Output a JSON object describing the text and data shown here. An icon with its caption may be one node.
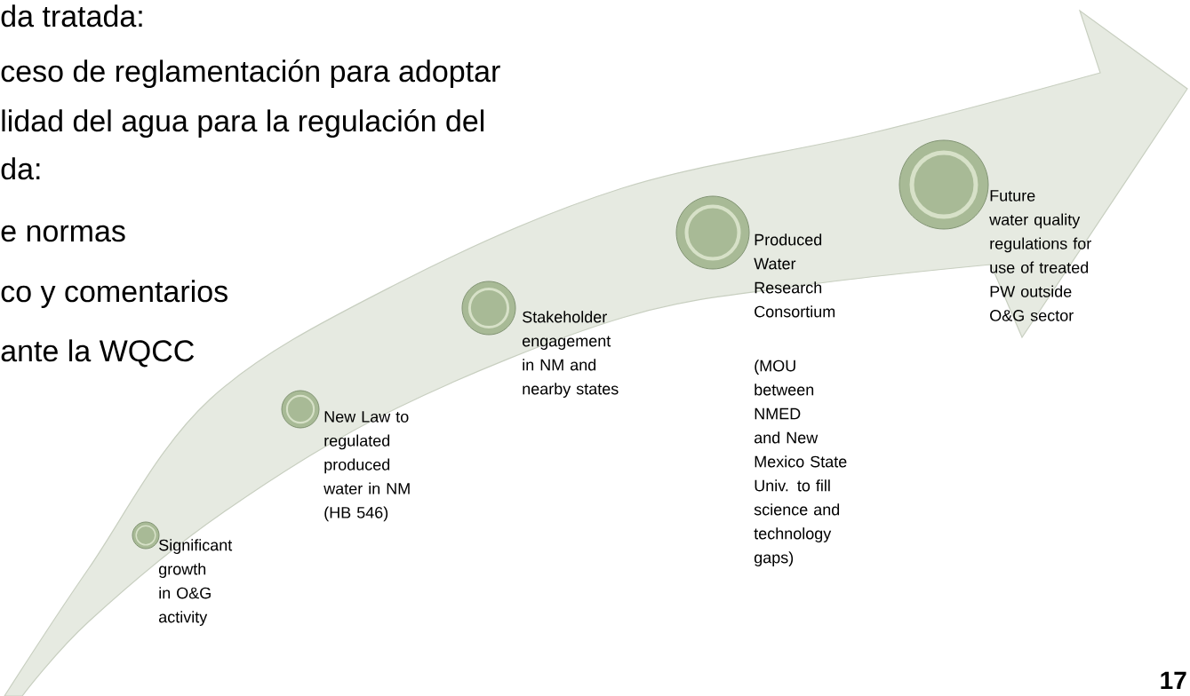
{
  "diagram": {
    "nodes": [
      {
        "text": [],
        "shape": "circle",
        "beside": [
          "Significant growth in O&G activity"
        ]
      },
      {
        "text": [],
        "shape": "circle",
        "beside": [
          "New Law to regulated produced water in NM (HB 546)"
        ]
      },
      {
        "text": [],
        "shape": "circle",
        "beside": [
          "Stakeholder engagement in NM and nearby states"
        ]
      },
      {
        "text": [],
        "shape": "circle",
        "beside": [
          "Produced Water Research Consortium",
          "(MOU between NMED and New Mexico State Univ. to fill science and technology gaps)"
        ]
      },
      {
        "text": [],
        "shape": "circle",
        "beside": [
          "Future water quality regulations for use of treated PW outside O&G sector"
        ]
      }
    ],
    "labels": [
      "da tratada:",
      "ceso de reglamentación para adoptar",
      "lidad del agua para la regulación del",
      "da:",
      "e normas",
      "co y comentarios",
      "ante la WQCC",
      "17"
    ]
  }
}
